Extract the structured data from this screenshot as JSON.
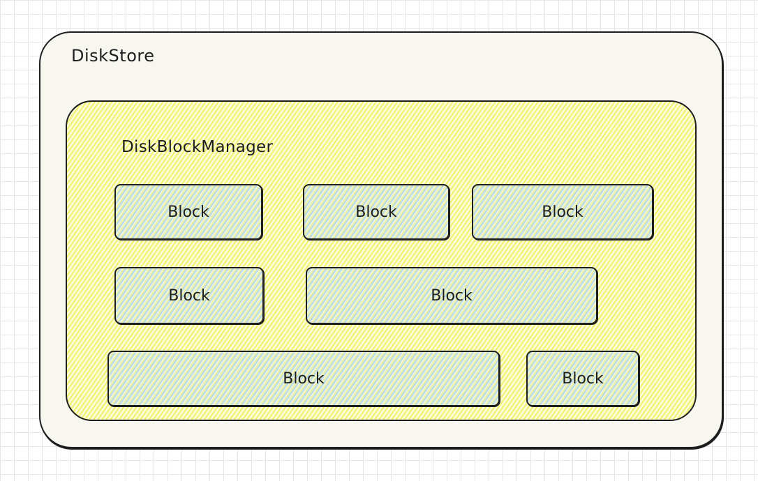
{
  "diagram": {
    "outer": {
      "title": "DiskStore"
    },
    "manager": {
      "title": "DiskBlockManager"
    },
    "blocks": [
      {
        "label": "Block"
      },
      {
        "label": "Block"
      },
      {
        "label": "Block"
      },
      {
        "label": "Block"
      },
      {
        "label": "Block"
      },
      {
        "label": "Block"
      },
      {
        "label": "Block"
      }
    ],
    "colors": {
      "outer_fill": "#f7f7f0",
      "manager_fill": "#fbfbd6",
      "manager_hatch": "#f0f05a",
      "block_hatch": "#a5d2eb",
      "stroke": "#1e1e1e"
    }
  }
}
